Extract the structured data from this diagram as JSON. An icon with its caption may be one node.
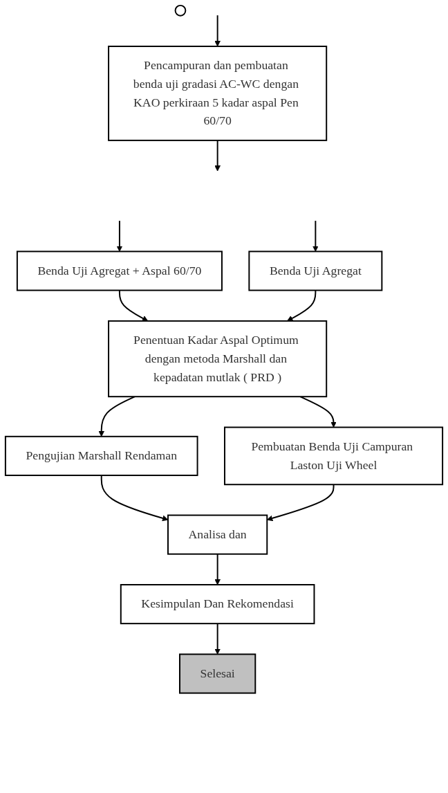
{
  "diagram": {
    "nodes": [
      {
        "text": [],
        "shape": "circle"
      },
      {
        "text": [
          "Pencampuran dan pembuatan benda uji gradasi AC-WC dengan KAO perkiraan 5 kadar aspal Pen 60/70"
        ]
      },
      {
        "text": [
          "Benda Uji Agregat + Aspal 60/70"
        ]
      },
      {
        "text": [
          "Benda Uji Agregat"
        ]
      },
      {
        "text": [
          "Penentuan Kadar Aspal Optimum dengan metoda Marshall dan kepadatan mutlak ( PRD )"
        ]
      },
      {
        "text": [
          "Pengujian Marshall Rendaman"
        ]
      },
      {
        "text": [
          "Pembuatan Benda Uji Campuran Laston Uji Wheel"
        ]
      },
      {
        "text": [
          "Analisa dan"
        ]
      },
      {
        "text": [
          "Kesimpulan Dan Rekomendasi"
        ]
      },
      {
        "text": [
          "Selesai"
        ]
      }
    ],
    "edges": [
      {
        "from": null,
        "to": 1,
        "arrow": "to"
      },
      {
        "from": 1,
        "to": null,
        "arrow": "to"
      },
      {
        "from": null,
        "to": 2,
        "arrow": "to"
      },
      {
        "from": null,
        "to": 3,
        "arrow": "to"
      },
      {
        "from": 2,
        "to": 4,
        "arrow": "to"
      },
      {
        "from": 3,
        "to": 4,
        "arrow": "to"
      },
      {
        "from": 4,
        "to": 5,
        "arrow": "to"
      },
      {
        "from": 4,
        "to": 6,
        "arrow": "to"
      },
      {
        "from": 5,
        "to": 7,
        "arrow": "to"
      },
      {
        "from": 6,
        "to": 7,
        "arrow": "to"
      },
      {
        "from": 7,
        "to": 8,
        "arrow": "to"
      },
      {
        "from": 8,
        "to": 9,
        "arrow": "to"
      }
    ]
  }
}
